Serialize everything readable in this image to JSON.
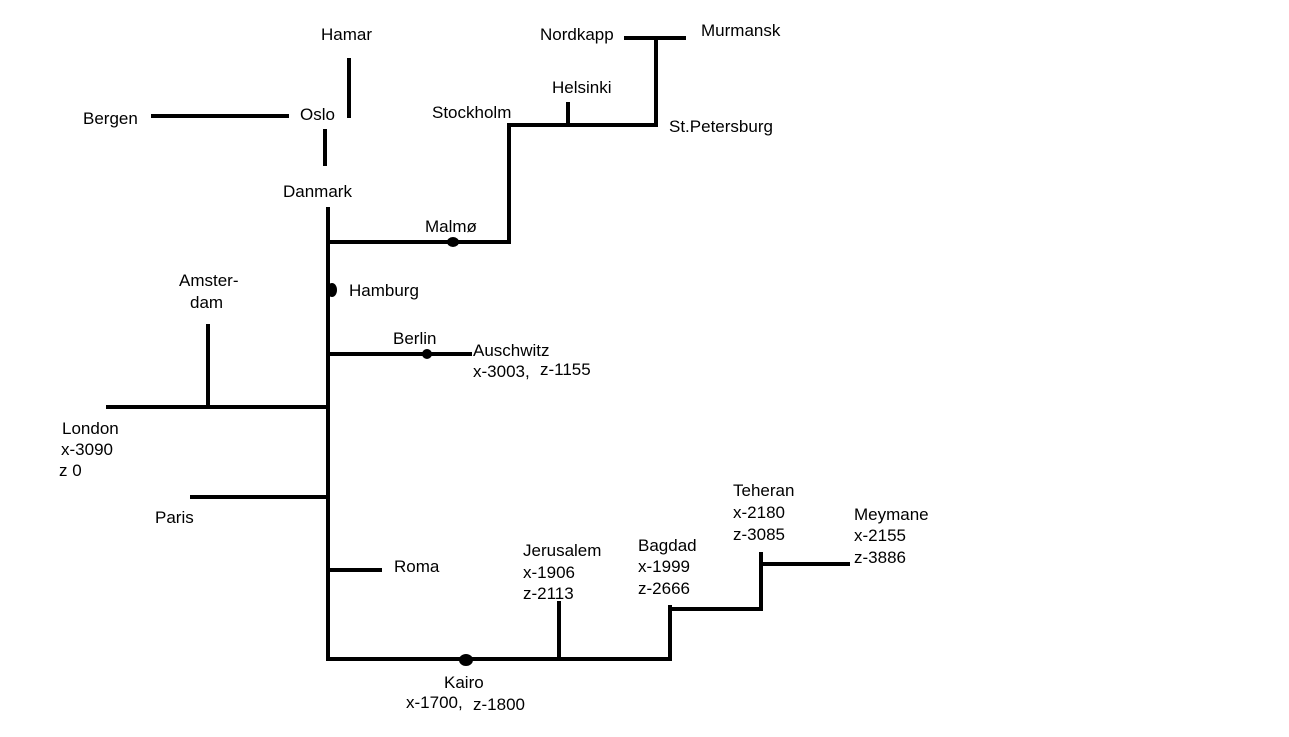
{
  "colors": {
    "background": "#ffffff",
    "line": "#000000",
    "text": "#000000"
  },
  "places": {
    "hamar": "Hamar",
    "bergen": "Bergen",
    "oslo": "Oslo",
    "danmark": "Danmark",
    "nordkapp": "Nordkapp",
    "murmansk": "Murmansk",
    "helsinki": "Helsinki",
    "stockholm": "Stockholm",
    "stpetersburg": "St.Petersburg",
    "malmo": "Malmø",
    "hamburg": "Hamburg",
    "amsterdam_1": "Amster-",
    "amsterdam_2": "dam",
    "berlin": "Berlin",
    "auschwitz": {
      "name": "Auschwitz",
      "x": "x-3003,",
      "z": "z-1155"
    },
    "london": {
      "name": "London",
      "x": "x-3090",
      "z": "z 0"
    },
    "paris": "Paris",
    "roma": "Roma",
    "jerusalem": {
      "name": "Jerusalem",
      "x": "x-1906",
      "z": "z-2113"
    },
    "bagdad": {
      "name": "Bagdad",
      "x": "x-1999",
      "z": "z-2666"
    },
    "teheran": {
      "name": "Teheran",
      "x": "x-2180",
      "z": "z-3085"
    },
    "meymane": {
      "name": "Meymane",
      "x": "x-2155",
      "z": "z-3886"
    },
    "kairo": {
      "name": "Kairo",
      "x": "x-1700,",
      "z": "z-1800"
    }
  }
}
